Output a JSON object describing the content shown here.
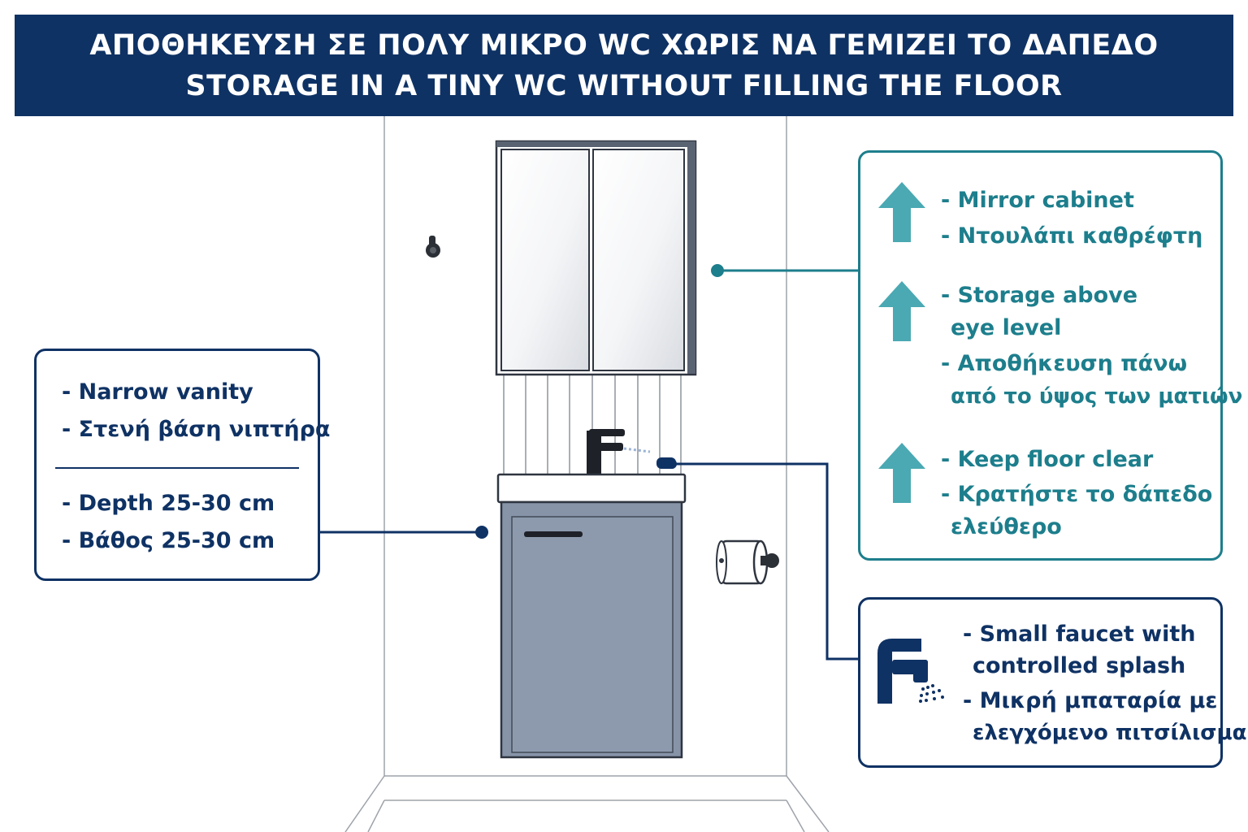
{
  "header": {
    "title_greek": "ΑΠΟΘΗΚΕΥΣΗ ΣΕ ΠΟΛΥ ΜΙΚΡΟ WC ΧΩΡΙΣ ΝΑ ΓΕΜΙΖΕΙ ΤΟ ΔΑΠΕΔΟ",
    "title_english": "STORAGE IN A TINY WC WITHOUT FILLING THE FLOOR"
  },
  "left_box": {
    "item1_en": "- Narrow vanity",
    "item1_gr": "- Στενή βάση νιπτήρα",
    "item2_en": "- Depth 25-30 cm",
    "item2_gr": "- Βάθος 25-30 cm"
  },
  "right_box": {
    "mirror_en": "- Mirror cabinet",
    "mirror_gr": "- Ντουλάπι καθρέφτη",
    "storage_en_1": "- Storage above",
    "storage_en_2": "eye level",
    "storage_gr_1": "- Αποθήκευση πάνω",
    "storage_gr_2": "από το ύψος των ματιών",
    "floor_en": "- Keep floor clear",
    "floor_gr_1": "- Κρατήστε το δάπεδο",
    "floor_gr_2": "ελεύθερο"
  },
  "faucet_box": {
    "en_1": "- Small faucet with",
    "en_2": "controlled splash",
    "gr_1": "- Μικρή μπαταρία με",
    "gr_2": "ελεγχόμενο πιτσίλισμα"
  },
  "icons": [
    "up-arrow-icon",
    "faucet-splash-icon",
    "towel-hook-icon",
    "toilet-paper-holder-icon"
  ],
  "colors": {
    "navy": "#0f3264",
    "teal": "#1d7e8c",
    "arrow_teal": "#4aa9b3",
    "vanity_blue": "#8794a8"
  }
}
